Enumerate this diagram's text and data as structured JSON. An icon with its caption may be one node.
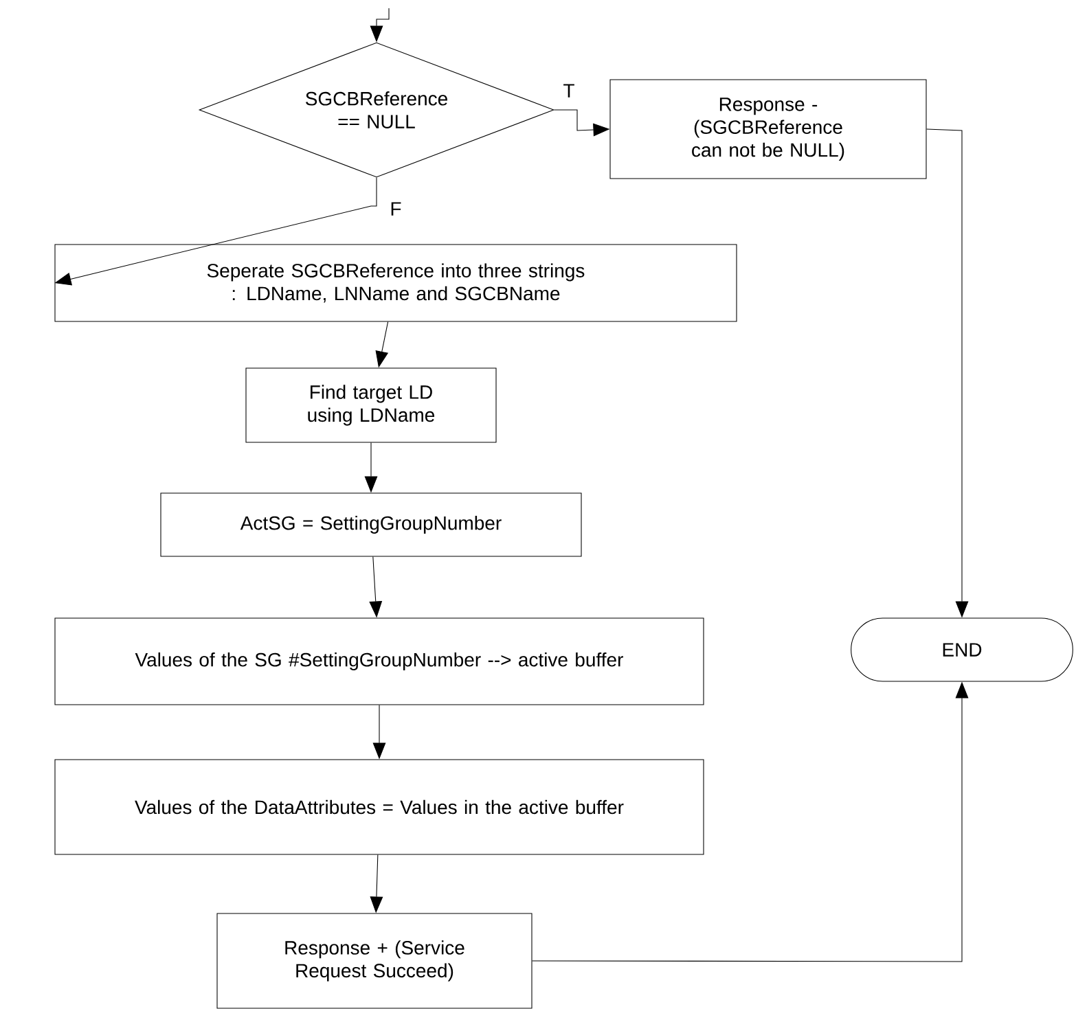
{
  "diagram": {
    "nodes": [
      {
        "text": [
          "SGCBReference == NULL"
        ]
      },
      {
        "text": [
          "Response - (SGCBReference can not be NULL)"
        ]
      },
      {
        "text": [
          "Seperate SGCBReference into three strings : LDName, LNName and SGCBName"
        ]
      },
      {
        "text": [
          "Find target LD using LDName"
        ]
      },
      {
        "text": [
          "ActSG = SettingGroupNumber"
        ]
      },
      {
        "text": [
          "Values of the SG #SettingGroupNumber --> active buffer"
        ]
      },
      {
        "text": [
          "Values of the DataAttributes = Values in the active buffer"
        ]
      },
      {
        "text": [
          "Response + (Service Request Succeed)"
        ]
      },
      {
        "text": [
          "END"
        ]
      }
    ],
    "edges": [
      {
        "from": null,
        "to": 0,
        "arrow": "to"
      },
      {
        "from": 0,
        "to": 1,
        "arrow": "to",
        "label": "T"
      },
      {
        "from": 0,
        "to": 2,
        "arrow": "to",
        "label": "F"
      },
      {
        "from": 2,
        "to": 3,
        "arrow": "to"
      },
      {
        "from": 3,
        "to": 4,
        "arrow": "to"
      },
      {
        "from": 4,
        "to": 5,
        "arrow": "to"
      },
      {
        "from": 5,
        "to": 6,
        "arrow": "to"
      },
      {
        "from": 6,
        "to": 7,
        "arrow": "to"
      },
      {
        "from": 1,
        "to": 8,
        "arrow": "to"
      },
      {
        "from": 7,
        "to": 8,
        "arrow": "to"
      }
    ]
  }
}
